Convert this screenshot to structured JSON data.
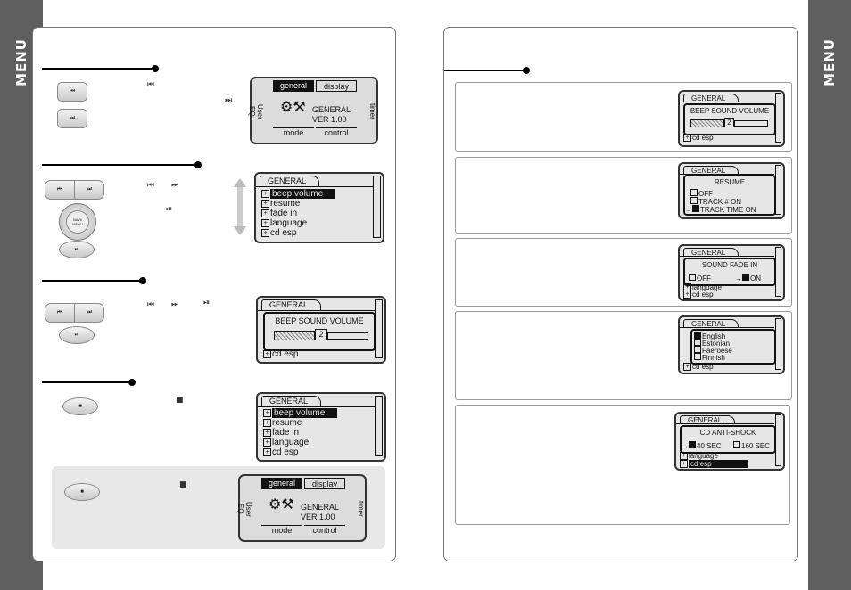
{
  "side": {
    "label": "MENU"
  },
  "glyphs": {
    "prev": "⏮",
    "next": "⏭",
    "play": "⏯",
    "stop": "■"
  },
  "buttons": {
    "nav_line1": "NAVI/",
    "nav_line2": "MENU"
  },
  "lcd_common": {
    "title": "GENERAL",
    "items": [
      "beep volume",
      "resume",
      "fade in",
      "language",
      "cd esp"
    ],
    "last_item": "cd esp",
    "language_item": "language"
  },
  "menu_screen": {
    "tab_general": "general",
    "tab_display": "display",
    "side_left": "User EQ",
    "side_right": "timer",
    "center_title": "GENERAL",
    "center_version": "VER 1.00",
    "bottom_mode": "mode",
    "bottom_control": "control"
  },
  "beep": {
    "title": "BEEP SOUND VOLUME",
    "value": "2"
  },
  "resume": {
    "title": "RESUME",
    "options": [
      "OFF",
      "TRACK   # ON",
      "TRACK   TIME ON"
    ]
  },
  "fade": {
    "title": "SOUND FADE IN",
    "off": "OFF",
    "on": "ON"
  },
  "language": {
    "options": [
      "English",
      "Estonian",
      "Faeroese",
      "Finnish"
    ]
  },
  "antishock": {
    "title": "CD ANTI-SHOCK",
    "opt1": "40 SEC",
    "opt2": "160 SEC"
  }
}
